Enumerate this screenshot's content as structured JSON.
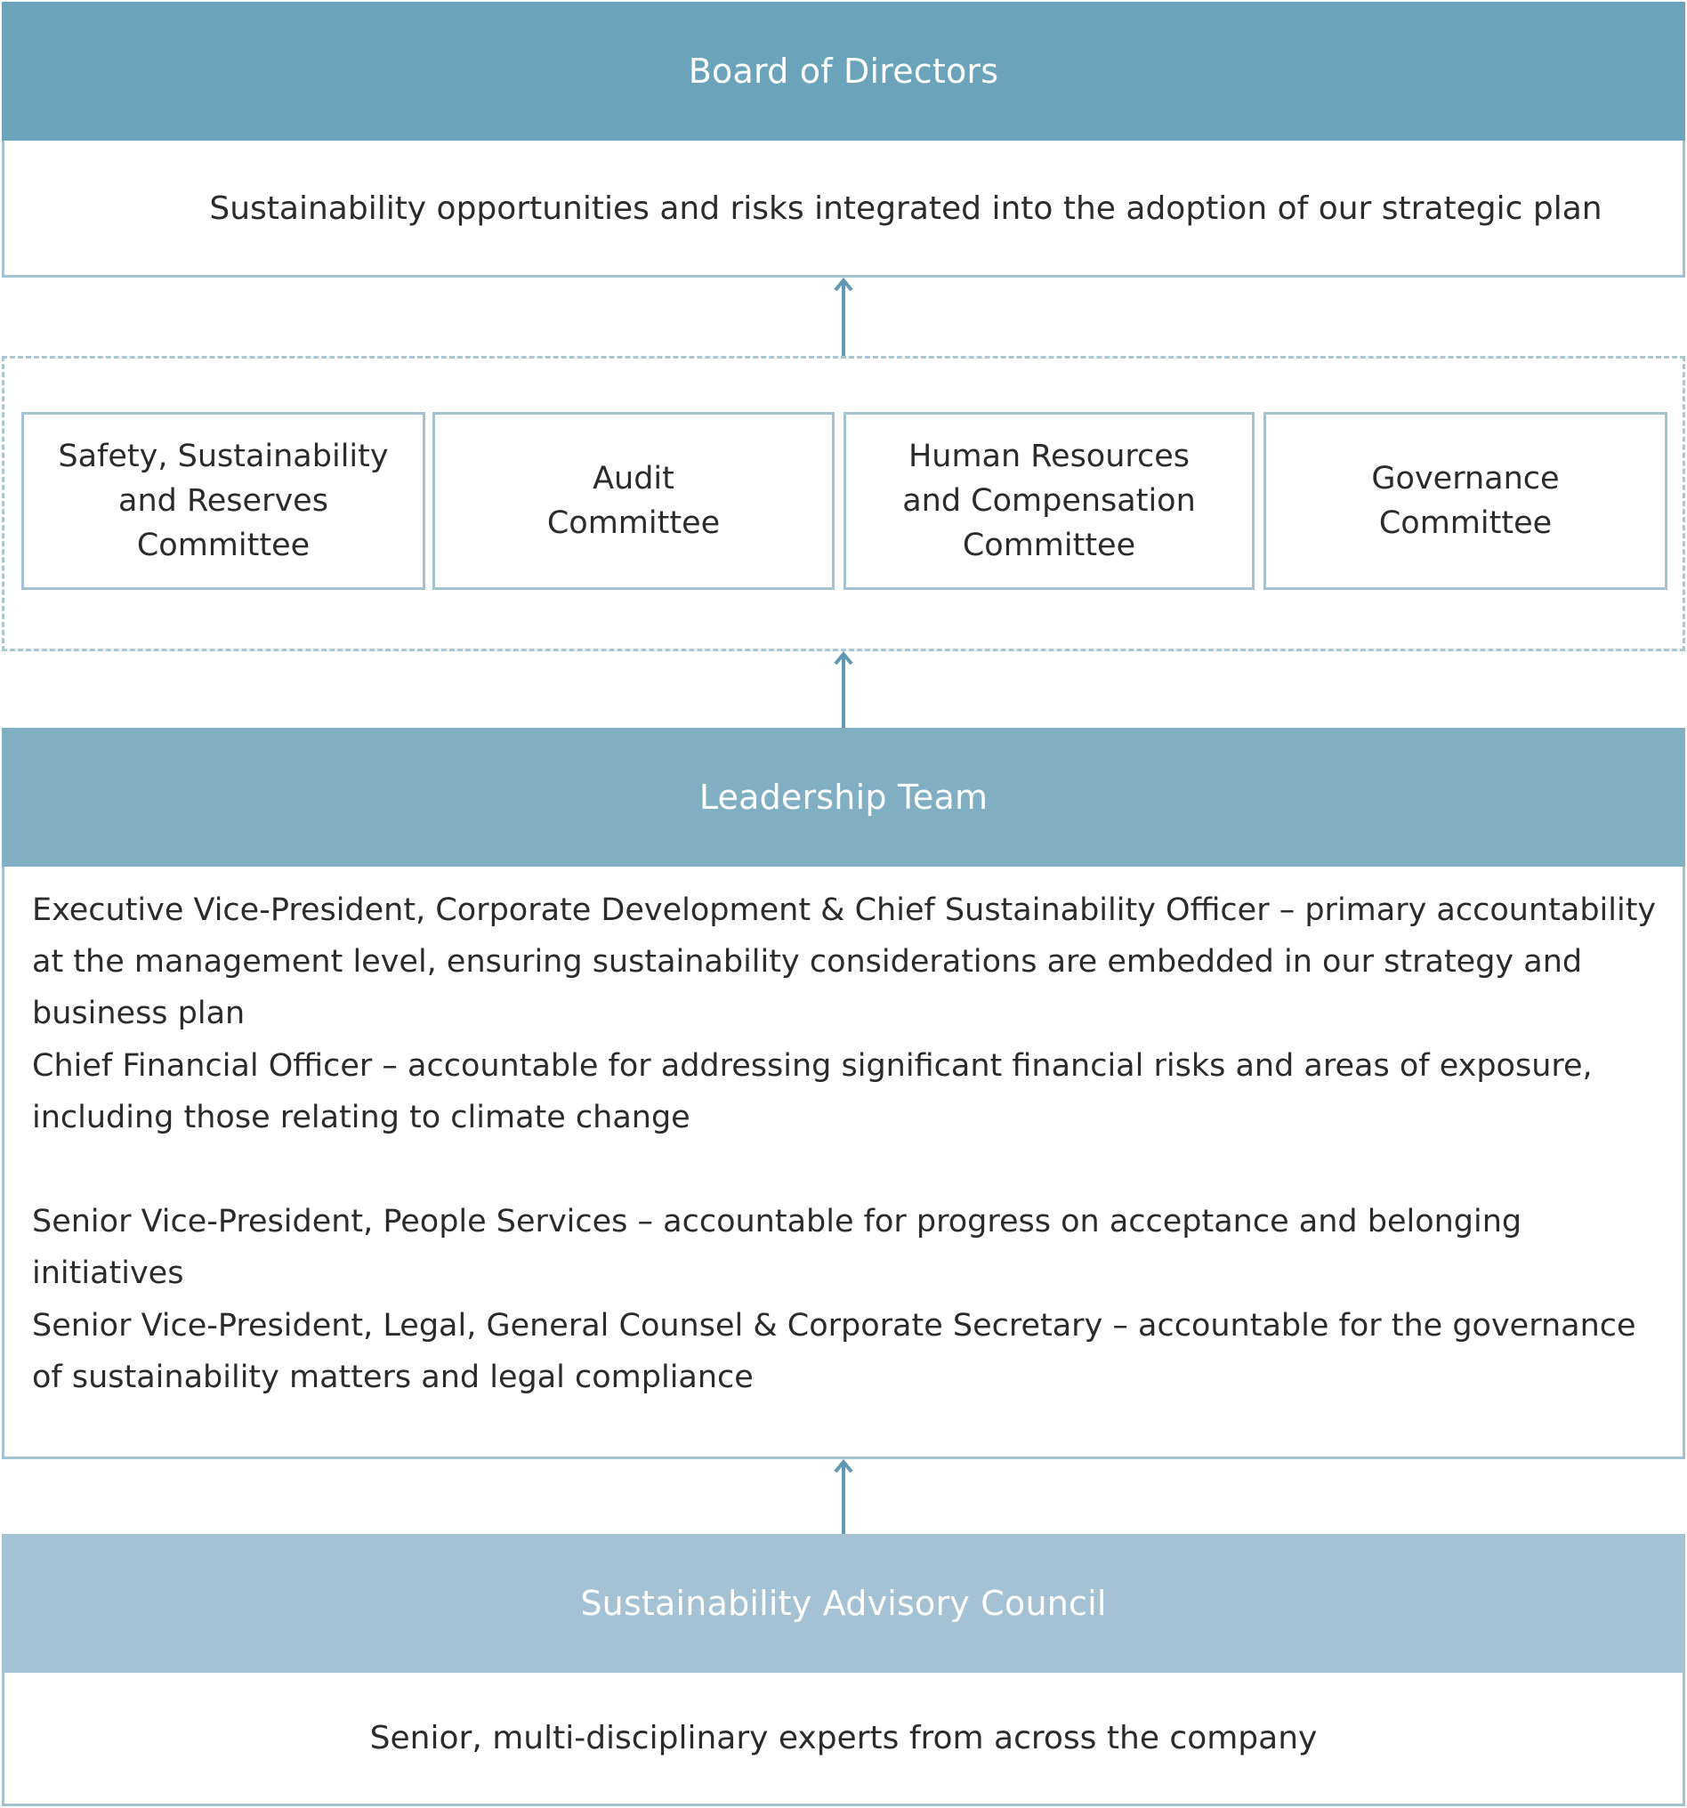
{
  "board": {
    "title": "Board of Directors",
    "description": "Sustainability opportunities and risks integrated into the adoption of our strategic plan",
    "color": "#6aa3ba"
  },
  "committees": [
    {
      "lines": [
        "Safety, Sustainability",
        "and Reserves Committee"
      ]
    },
    {
      "lines": [
        "Audit",
        "Committee"
      ]
    },
    {
      "lines": [
        "Human Resources",
        "and Compensation",
        "Committee"
      ]
    },
    {
      "lines": [
        "Governance",
        "Committee"
      ]
    }
  ],
  "leadership": {
    "title": "Leadership Team",
    "color": "#80afc4",
    "roles": [
      "Executive Vice-President, Corporate Development & Chief Sustainability Officer – primary accountability at the management level, ensuring sustainability considerations are embedded in our strategy and business plan",
      "Chief Financial Officer – accountable for addressing significant financial risks and areas of exposure, including those relating to climate change",
      "Senior Vice-President, People Services – accountable for progress on acceptance and belonging initiatives",
      "Senior Vice-President, Legal, General Counsel & Corporate Secretary – accountable for the governance of sustainability matters and legal compliance"
    ]
  },
  "council": {
    "title": "Sustainability Advisory Council",
    "description": "Senior, multi-disciplinary experts from across the company",
    "color": "#a4c2d3"
  },
  "arrow_color": "#5f98b0"
}
